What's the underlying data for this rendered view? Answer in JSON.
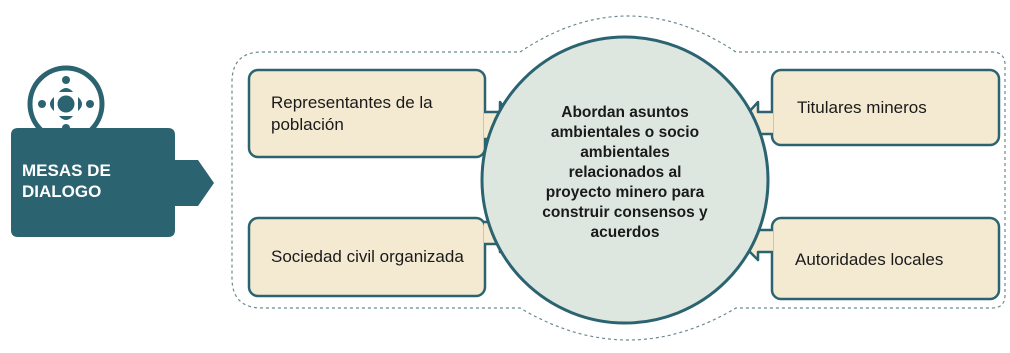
{
  "badge": {
    "title": "MESAS DE\nDIALOGO",
    "icon": "meeting-table-icon",
    "color": "#2b6470"
  },
  "center": {
    "text": "Abordan asuntos ambientales o socio ambientales relacionados al proyecto minero para construir consensos y acuerdos",
    "fill": "#dde7e0",
    "border": "#2b6470"
  },
  "boxes": {
    "top_left": "Representantes de la población",
    "bottom_left": "Sociedad civil organizada",
    "top_right": "Titulares mineros",
    "bottom_right": "Autoridades locales",
    "fill": "#f4ead2",
    "border": "#2b6470"
  }
}
